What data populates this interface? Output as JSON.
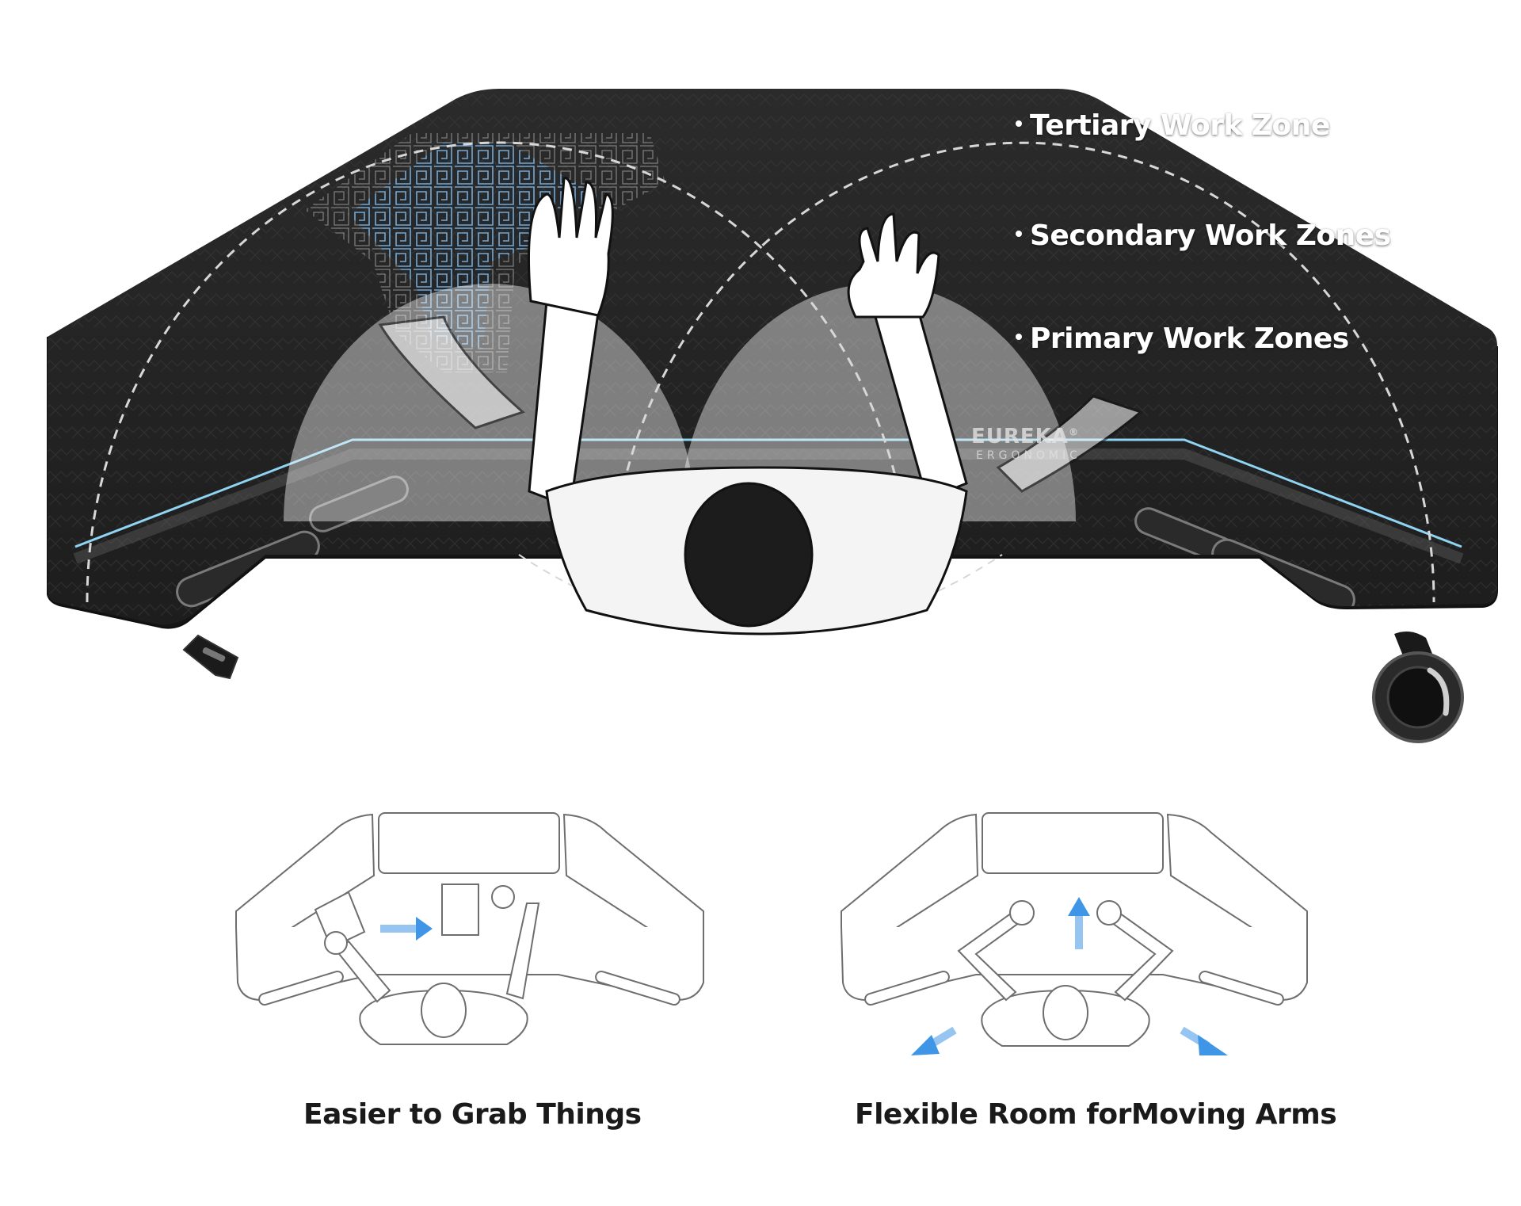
{
  "zones": {
    "tertiary": "Tertiary Work Zone",
    "secondary": "Secondary Work Zones",
    "primary": "Primary Work Zones"
  },
  "brand": {
    "name": "EUREKA",
    "registered": "®",
    "sub": "ERGONOMIC"
  },
  "captions": {
    "left": "Easier to Grab Things",
    "right": "Flexible Room forMoving Arms"
  },
  "colors": {
    "desk": "#232323",
    "accent_line": "#8fd4f2",
    "arrow": "#3f95e6",
    "caption_text": "#1a1a1a"
  },
  "icons": {
    "left_arrow": "arrow-right-icon",
    "right_arrows": [
      "arrow-up-icon",
      "arrow-down-left-icon",
      "arrow-down-right-icon"
    ]
  }
}
